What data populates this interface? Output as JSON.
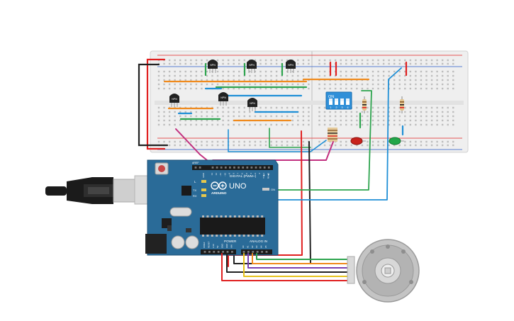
{
  "arduino": {
    "brand": "UNO",
    "maker": "ARDUINO",
    "digital_header_label": "DIGITAL (PWM~)",
    "power_label": "POWER",
    "analog_label": "ANALOG IN",
    "led_l": "L",
    "led_tx": "TX",
    "led_rx": "RX",
    "led_on": "ON",
    "aref": "AREF",
    "gnd": "GND",
    "digital_pins": [
      "13",
      "12",
      "~11",
      "~10",
      "~9",
      "8",
      "7",
      "~6",
      "~5",
      "4",
      "~3",
      "2",
      "TX▶1",
      "RX◀0"
    ],
    "power_pins": [
      "IOREF",
      "RESET",
      "3.3V",
      "5V",
      "GND",
      "GND",
      "VIN"
    ],
    "analog_pins": [
      "A0",
      "A1",
      "A2",
      "A3",
      "A4",
      "A5"
    ]
  },
  "dip_switch": {
    "on_label": "ON",
    "numbers": [
      "1",
      "2",
      "3",
      "4"
    ]
  },
  "transistors": {
    "label": "NPN"
  },
  "colors": {
    "board": "#2a6b98",
    "breadboard": "#f2f2f2",
    "dip": "#2f8fd8",
    "wire_red": "#e02020",
    "wire_black": "#222222",
    "wire_green": "#2da44e",
    "wire_blue": "#1f8fd6",
    "wire_orange": "#f08a1c",
    "wire_magenta": "#c2307f",
    "wire_yellow": "#e6c11a",
    "wire_purple": "#7a3fb0",
    "wire_brown": "#8a5a2b",
    "led_red": "#c8221c",
    "led_green": "#22a64a",
    "motor": "#b8b8b8"
  }
}
